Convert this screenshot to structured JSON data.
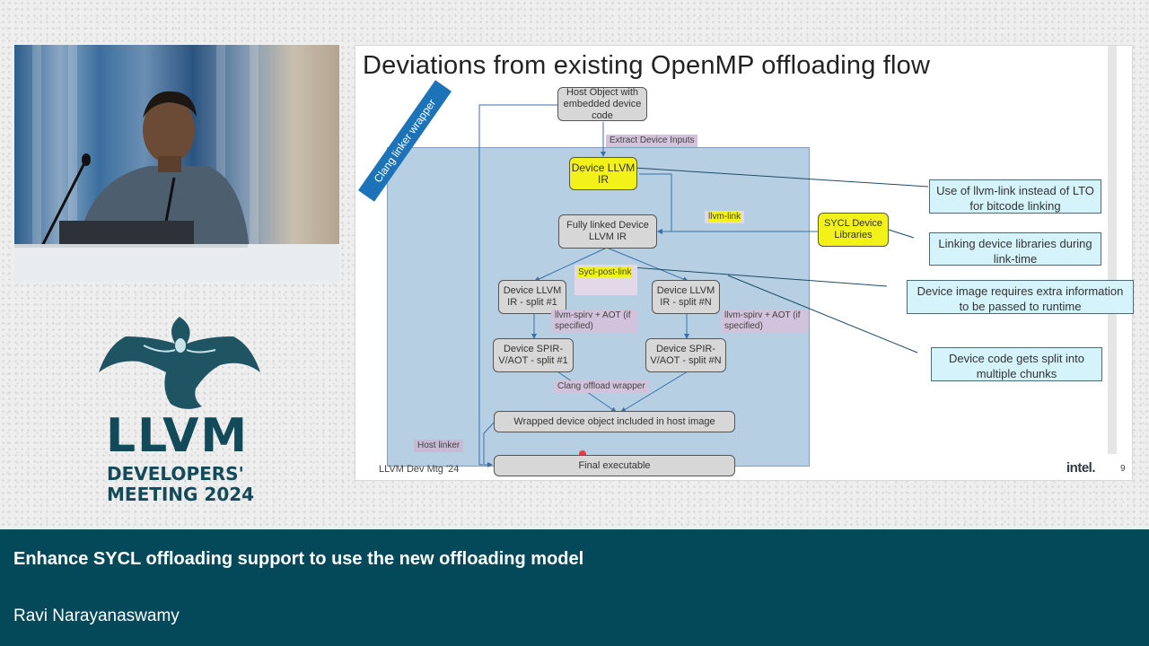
{
  "slide": {
    "title": "Deviations from existing OpenMP offloading flow",
    "wrapper_label": "Clang linker wrapper",
    "nodes": {
      "host_object": "Host Object with embedded device code",
      "device_llvm_ir": "Device LLVM IR",
      "fully_linked": "Fully linked Device LLVM IR",
      "sycl_libs": "SYCL Device Libraries",
      "split1_ir": "Device LLVM IR - split #1",
      "splitN_ir": "Device LLVM IR - split #N",
      "split1_spirv": "Device SPIR-V/AOT - split #1",
      "splitN_spirv": "Device SPIR-V/AOT - split #N",
      "wrapped": "Wrapped device object included in host image",
      "final": "Final executable"
    },
    "labels": {
      "extract": "Extract Device Inputs",
      "llvm_link": "llvm-link",
      "sycl_post_link": "Sycl-post-link",
      "llvm_spirv_1": "llvm-spirv + AOT (if specified)",
      "llvm_spirv_2": "llvm-spirv + AOT (if specified)",
      "offload_wrapper": "Clang offload wrapper",
      "host_linker": "Host linker"
    },
    "callouts": {
      "c1": "Use of llvm-link instead of LTO for bitcode linking",
      "c2": "Linking device libraries during link-time",
      "c3": "Device image requires extra information to be passed to runtime",
      "c4": "Device code gets split into multiple chunks"
    },
    "footer": "LLVM Dev Mtg '24",
    "brand": "intel.",
    "page_number": "9"
  },
  "logo": {
    "line1": "LLVM",
    "line2": "DEVELOPERS'",
    "line3": "MEETING 2024"
  },
  "banner": {
    "talk_title": "Enhance SYCL offloading support to use the new offloading model",
    "speaker": "Ravi Narayanaswamy"
  },
  "colors": {
    "banner": "#04495a",
    "highlight": "#f2f21a",
    "callout_bg": "#d5f3fb",
    "wrapper_box": "#b6cfe3"
  }
}
